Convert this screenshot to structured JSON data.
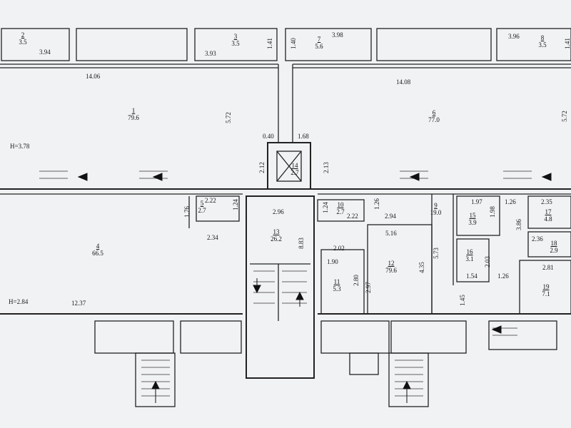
{
  "rooms": [
    {
      "id": "r2",
      "num": "2",
      "area": "3.5"
    },
    {
      "id": "r3",
      "num": "3",
      "area": "3.5"
    },
    {
      "id": "r7",
      "num": "7",
      "area": "5.6"
    },
    {
      "id": "r8",
      "num": "8",
      "area": "3.5"
    },
    {
      "id": "r1",
      "num": "1",
      "area": "79.6"
    },
    {
      "id": "r6",
      "num": "6",
      "area": "77.0"
    },
    {
      "id": "r14",
      "num": "14",
      "area": "2.7"
    },
    {
      "id": "r5",
      "num": "5",
      "area": "2.7"
    },
    {
      "id": "r4",
      "num": "4",
      "area": "66.5"
    },
    {
      "id": "r13",
      "num": "13",
      "area": "26.2"
    },
    {
      "id": "r10",
      "num": "10",
      "area": "2.7"
    },
    {
      "id": "r9",
      "num": "9",
      "area": "19.0"
    },
    {
      "id": "r15",
      "num": "15",
      "area": "3.9"
    },
    {
      "id": "r17",
      "num": "17",
      "area": "4.8"
    },
    {
      "id": "r18",
      "num": "18",
      "area": "2.9"
    },
    {
      "id": "r16",
      "num": "16",
      "area": "3.1"
    },
    {
      "id": "r11",
      "num": "11",
      "area": "5.3"
    },
    {
      "id": "r12",
      "num": "12",
      "area": "79.6"
    },
    {
      "id": "r19",
      "num": "19",
      "area": "7.1"
    }
  ],
  "dimensions": {
    "d1": "3.94",
    "d2": "3.93",
    "d3": "1.41",
    "d4": "1.40",
    "d5": "3.98",
    "d6": "3.96",
    "d7": "1.41",
    "d8": "14.06",
    "d9": "14.08",
    "d10": "5.72",
    "d11": "5.72",
    "d12": "0.40",
    "d13": "1.68",
    "d14": "2.12",
    "d15": "2.13",
    "d16": "2.22",
    "d17": "1.24",
    "d18": "1.76",
    "d19": "2.96",
    "d20": "1.24",
    "d21": "1.26",
    "d22": "2.22",
    "d23": "2.94",
    "d24": "1.97",
    "d25": "1.98",
    "d26": "1.26",
    "d27": "2.35",
    "d28": "3.86",
    "d29": "2.34",
    "d30": "8.83",
    "d31": "5.16",
    "d32": "2.02",
    "d33": "1.90",
    "d34": "2.80",
    "d35": "2.97",
    "d36": "4.35",
    "d37": "5.73",
    "d38": "2.03",
    "d39": "1.54",
    "d40": "2.36",
    "d41": "1.26",
    "d42": "2.81",
    "d43": "1.45",
    "d44": "12.37"
  },
  "heights": {
    "h1": "H=3.78",
    "h2": "H=2.84"
  }
}
